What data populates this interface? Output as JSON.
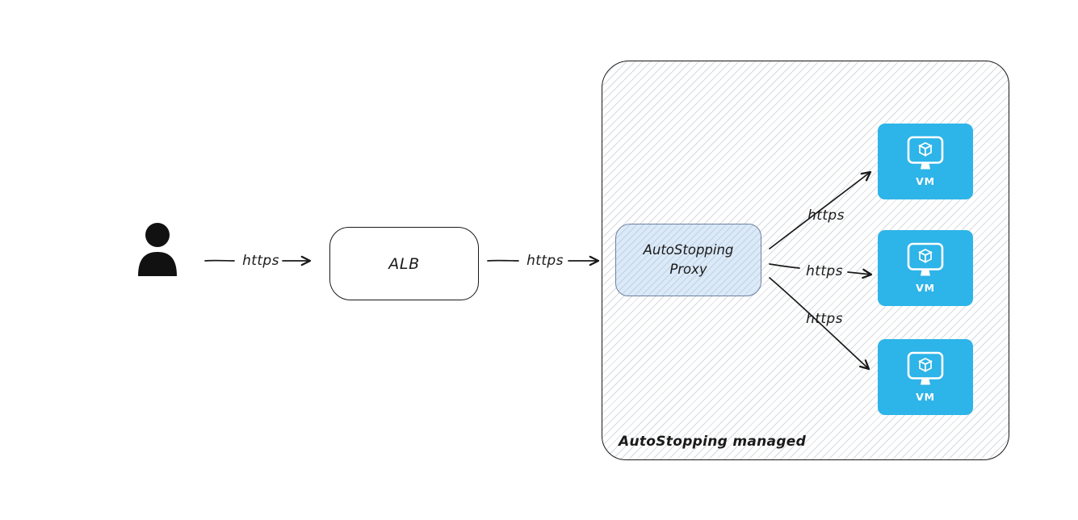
{
  "diagram": {
    "nodes": {
      "user": {
        "icon": "person-icon"
      },
      "alb": {
        "label": "ALB"
      },
      "proxy": {
        "line1": "AutoStopping",
        "line2": "Proxy"
      },
      "container": {
        "label": "AutoStopping managed"
      },
      "vms": [
        {
          "label": "VM",
          "icon": "vm-monitor-icon"
        },
        {
          "label": "VM",
          "icon": "vm-monitor-icon"
        },
        {
          "label": "VM",
          "icon": "vm-monitor-icon"
        }
      ]
    },
    "edges": [
      {
        "from": "user",
        "to": "alb",
        "label": "https"
      },
      {
        "from": "alb",
        "to": "proxy",
        "label": "https"
      },
      {
        "from": "proxy",
        "to": "vm-1",
        "label": "https"
      },
      {
        "from": "proxy",
        "to": "vm-2",
        "label": "https"
      },
      {
        "from": "proxy",
        "to": "vm-3",
        "label": "https"
      }
    ],
    "colors": {
      "stroke": "#1a1a1a",
      "vm_fill": "#2db4e8",
      "proxy_fill": "#dce9f7",
      "proxy_border": "#6e82a0",
      "proxy_hatch": "#bdd3e8",
      "hatch": "#d6dade"
    }
  }
}
